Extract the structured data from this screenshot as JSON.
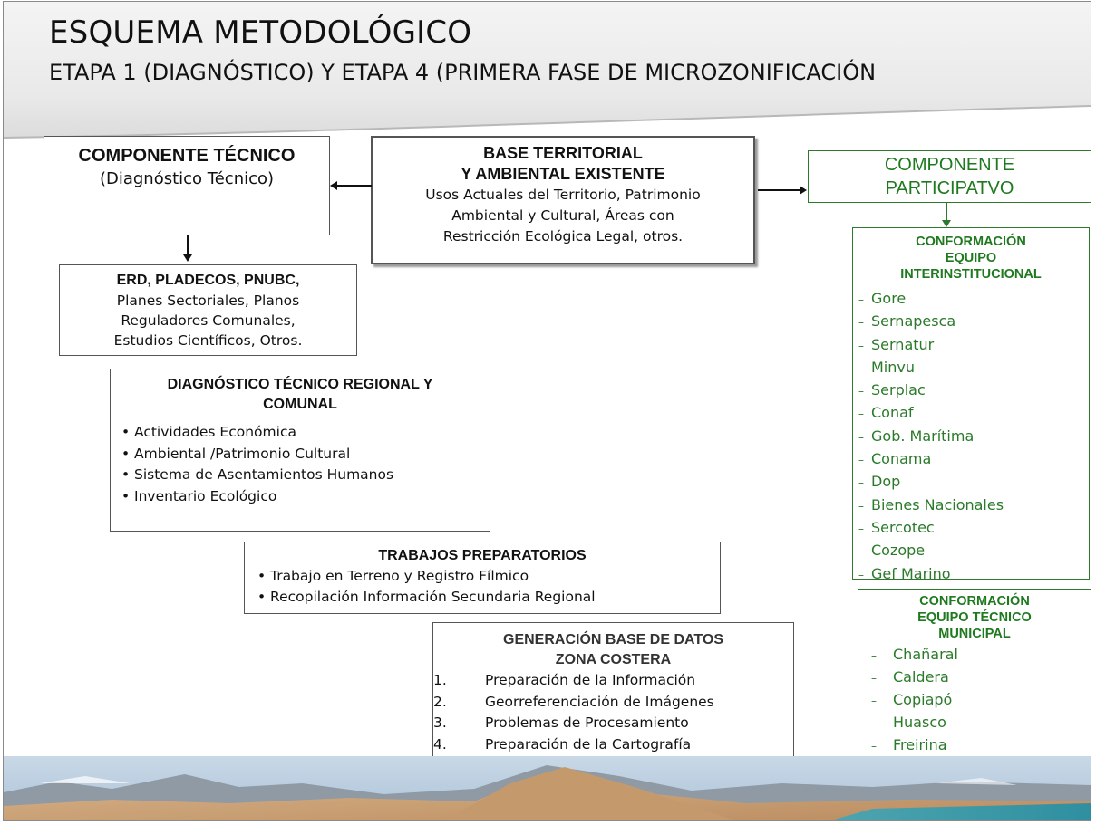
{
  "title": {
    "main": "ESQUEMA METODOLÓGICO",
    "sub": "ETAPA 1 (DIAGNÓSTICO) Y ETAPA 4 (PRIMERA FASE DE MICROZONIFICACIÓN"
  },
  "componente_tecnico": {
    "title": "COMPONENTE TÉCNICO",
    "subtitle": "(Diagnóstico Técnico)"
  },
  "base_territorial": {
    "title_1": "BASE TERRITORIAL",
    "title_2": "Y AMBIENTAL  EXISTENTE",
    "lines": [
      "Usos Actuales del Territorio, Patrimonio",
      "Ambiental y Cultural, Áreas con",
      "Restricción Ecológica Legal, otros."
    ]
  },
  "componente_participativo": {
    "line_1": "COMPONENTE",
    "line_2": "PARTICIPATVO"
  },
  "erd": {
    "title": "ERD, PLADECOS, PNUBC,",
    "lines": [
      "Planes Sectoriales, Planos",
      "Reguladores Comunales,",
      "Estudios Científicos, Otros."
    ]
  },
  "diagnostico": {
    "title_1": "DIAGNÓSTICO TÉCNICO  REGIONAL Y",
    "title_2": "COMUNAL",
    "bullet": "•",
    "items": [
      "Actividades Económica",
      "Ambiental /Patrimonio Cultural",
      "Sistema de Asentamientos Humanos",
      "Inventario Ecológico"
    ]
  },
  "trabajos": {
    "title": "TRABAJOS PREPARATORIOS",
    "bullet": "•",
    "items": [
      "Trabajo en Terreno y Registro Fílmico",
      "Recopilación Información Secundaria Regional"
    ]
  },
  "generacion": {
    "title_1": "GENERACIÓN BASE DE DATOS",
    "title_2": "ZONA COSTERA",
    "items": [
      {
        "num": "1.",
        "text": "Preparación de la Información"
      },
      {
        "num": "2.",
        "text": "Georreferenciación de Imágenes"
      },
      {
        "num": "3.",
        "text": "Problemas de Procesamiento"
      },
      {
        "num": "4.",
        "text": "Preparación de la Cartografía"
      }
    ]
  },
  "equipo_interinstitucional": {
    "title_1": "CONFORMACIÓN",
    "title_2": "EQUIPO",
    "title_3": "INTERINSTITUCIONAL",
    "dash": "–",
    "items": [
      "Gore",
      "Sernapesca",
      "Sernatur",
      "Minvu",
      "Serplac",
      "Conaf",
      "Gob. Marítima",
      "Conama",
      "Dop",
      "Bienes Nacionales",
      "Sercotec",
      "Cozope",
      "Gef Marino"
    ]
  },
  "equipo_municipal": {
    "title_1": "CONFORMACIÓN",
    "title_2": "EQUIPO TÉCNICO",
    "title_3": "MUNICIPAL",
    "dash": "–",
    "items": [
      "Chañaral",
      "Caldera",
      "Copiapó",
      "Huasco",
      "Freirina"
    ]
  },
  "colors": {
    "green_text": "#1f7a1f",
    "box_border": "#555555"
  }
}
